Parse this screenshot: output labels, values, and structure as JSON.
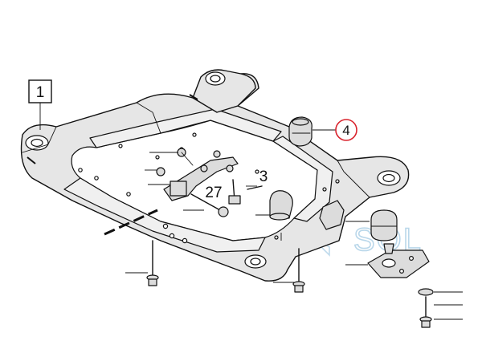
{
  "callouts": {
    "box_label": "1",
    "circle_label": "4",
    "label_3": "3",
    "label_27": "27"
  },
  "watermark": {
    "text": "SQL"
  },
  "colors": {
    "line": "#111111",
    "frame_fill": "#e6e6e6",
    "circle_callout": "#d9232d",
    "watermark": "#b9d7ea"
  }
}
